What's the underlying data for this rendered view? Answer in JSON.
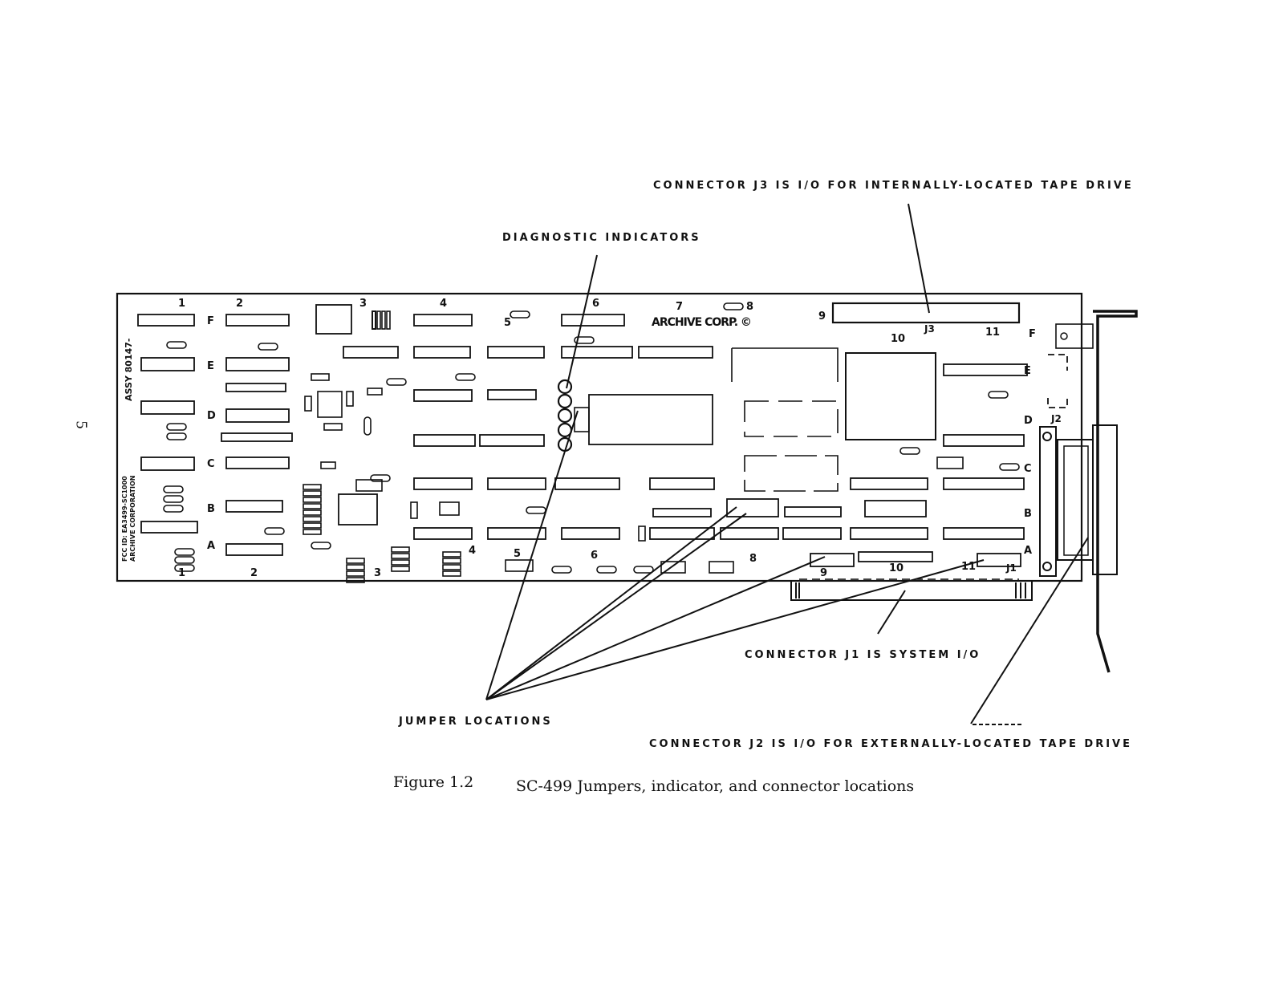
{
  "page_number": "5",
  "callouts": {
    "j3": "CONNECTOR J3 IS I/O FOR INTERNALLY-LOCATED TAPE DRIVE",
    "diagnostic": "DIAGNOSTIC INDICATORS",
    "j1": "CONNECTOR J1 IS SYSTEM I/O",
    "jumpers": "JUMPER LOCATIONS",
    "j2": "CONNECTOR J2 IS I/O FOR EXTERNALLY-LOCATED TAPE DRIVE"
  },
  "caption": {
    "figure": "Figure 1.2",
    "text": "SC-499 Jumpers, indicator, and connector locations"
  },
  "board": {
    "maker": "ARCHIVE CORP. ©",
    "assembly": "ASSY 80147-",
    "fcc": "FCC ID: EA3499-SC1000",
    "corp": "ARCHIVE CORPORATION",
    "j1": "J1",
    "j2": "J2",
    "j3": "J3",
    "columns_top": [
      "1",
      "2",
      "3",
      "4",
      "5",
      "6",
      "7",
      "8",
      "9",
      "10",
      "11"
    ],
    "columns_bottom": [
      "1",
      "2",
      "3",
      "4",
      "5",
      "6",
      "8",
      "9",
      "10",
      "11"
    ],
    "rows": [
      "F",
      "E",
      "D",
      "C",
      "B",
      "A"
    ]
  }
}
